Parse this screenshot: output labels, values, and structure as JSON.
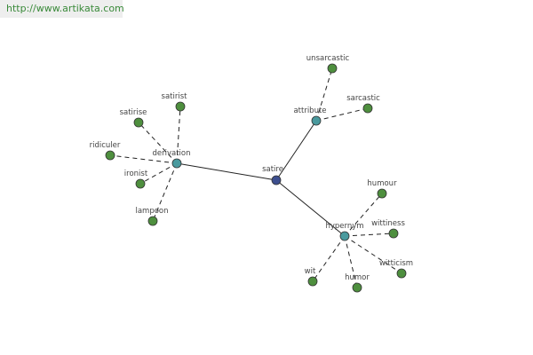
{
  "banner": {
    "url_text": "http://www.artikata.com"
  },
  "colors": {
    "root": "#3d4f8f",
    "hub": "#4a9a9e",
    "leaf": "#4e8f3e",
    "banner_text": "#3a8a3a",
    "banner_bg": "#eeeeee"
  },
  "graph": {
    "root": {
      "id": "satire",
      "label": "satire"
    },
    "hubs": [
      {
        "id": "derivation",
        "label": "derivation"
      },
      {
        "id": "attribute",
        "label": "attribute"
      },
      {
        "id": "hypernym",
        "label": "hypernym"
      }
    ],
    "leaves": [
      {
        "id": "satirist",
        "label": "satirist",
        "hub": "derivation"
      },
      {
        "id": "satirise",
        "label": "satirise",
        "hub": "derivation"
      },
      {
        "id": "ridiculer",
        "label": "ridiculer",
        "hub": "derivation"
      },
      {
        "id": "ironist",
        "label": "ironist",
        "hub": "derivation"
      },
      {
        "id": "lampoon",
        "label": "lampoon",
        "hub": "derivation"
      },
      {
        "id": "unsarcastic",
        "label": "unsarcastic",
        "hub": "attribute"
      },
      {
        "id": "sarcastic",
        "label": "sarcastic",
        "hub": "attribute"
      },
      {
        "id": "humour",
        "label": "humour",
        "hub": "hypernym"
      },
      {
        "id": "wittiness",
        "label": "wittiness",
        "hub": "hypernym"
      },
      {
        "id": "witticism",
        "label": "witticism",
        "hub": "hypernym"
      },
      {
        "id": "humor",
        "label": "humor",
        "hub": "hypernym"
      },
      {
        "id": "wit",
        "label": "wit",
        "hub": "hypernym"
      }
    ]
  }
}
